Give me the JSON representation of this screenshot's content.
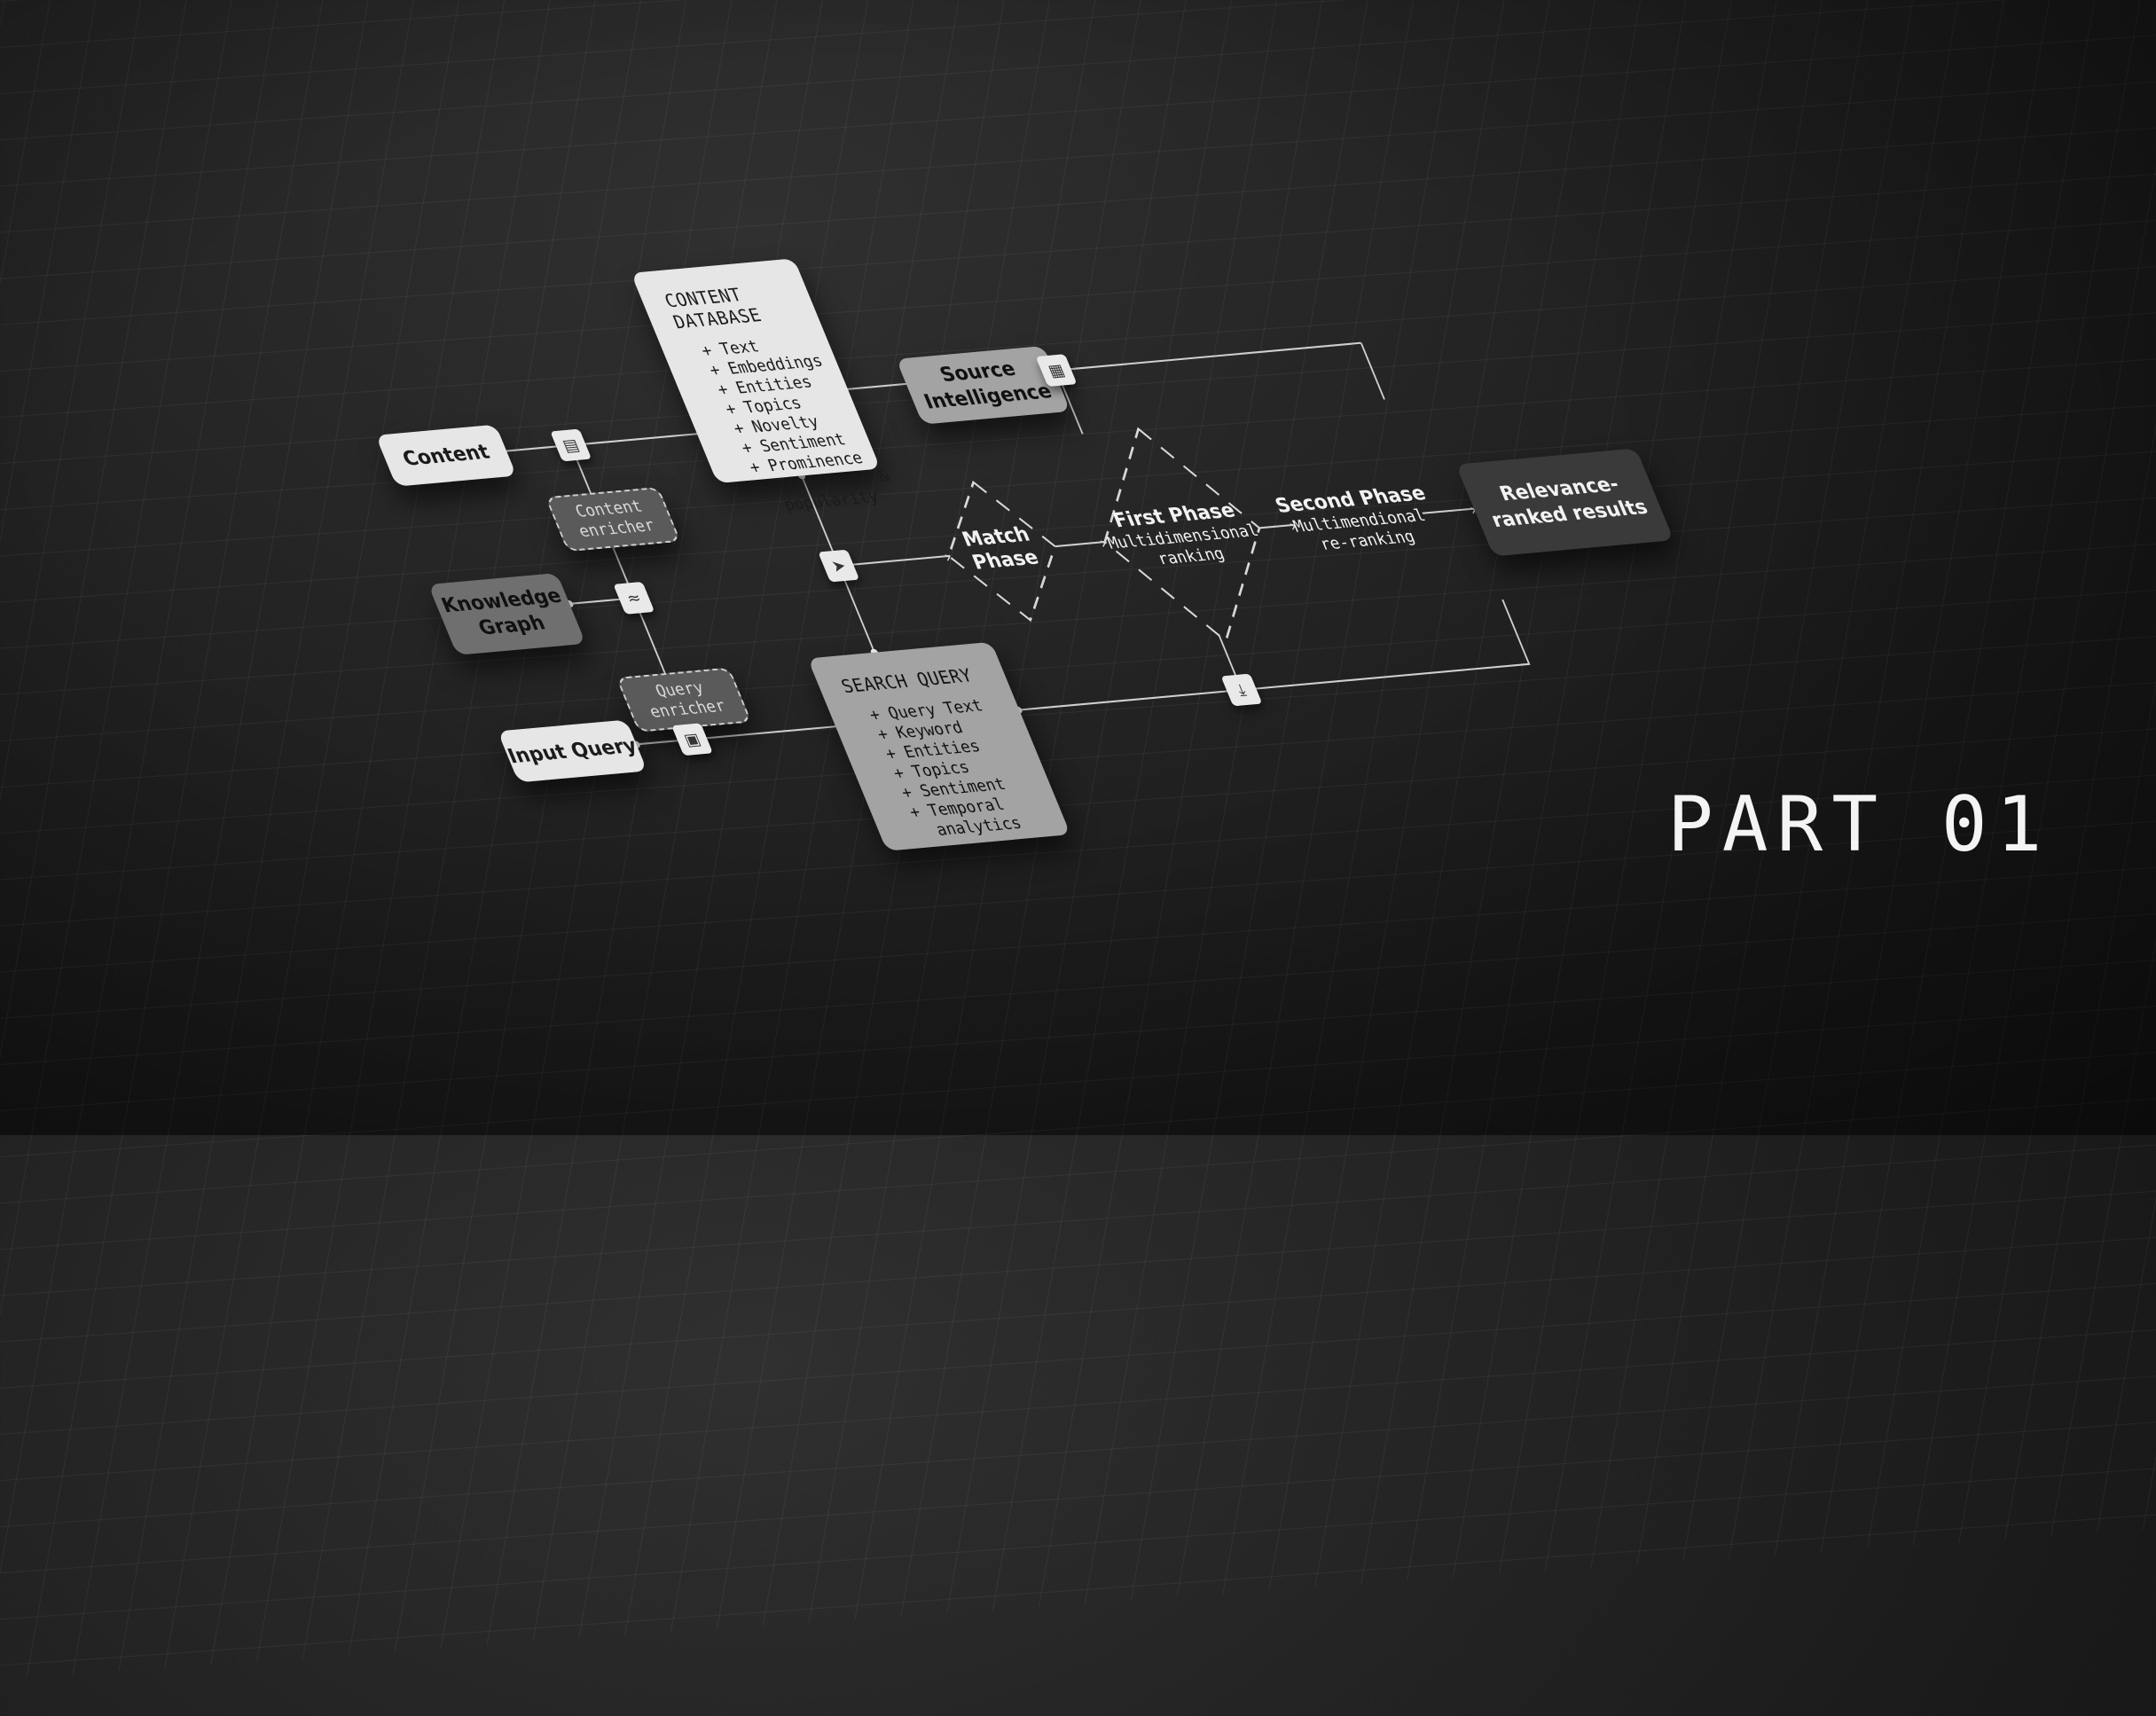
{
  "nodes": {
    "content": "Content",
    "knowledge_graph": "Knowledge\nGraph",
    "input_query": "Input Query",
    "content_enricher": "Content\nenricher",
    "query_enricher": "Query\nenricher",
    "source_intelligence": "Source\nIntelligence",
    "relevance_results": "Relevance-\nranked results"
  },
  "content_database": {
    "title": "CONTENT DATABASE",
    "items": [
      "+ Text",
      "+ Embeddings",
      "+ Entities",
      "+ Topics",
      "+ Novelty",
      "+ Sentiment",
      "+ Prominence",
      "+ Trendiness &",
      "  popularity"
    ]
  },
  "search_query": {
    "title": "SEARCH QUERY",
    "items": [
      "+ Query Text",
      "+ Keyword",
      "+ Entities",
      "+ Topics",
      "+ Sentiment",
      "+ Temporal",
      "  analytics"
    ]
  },
  "phases": {
    "match": {
      "title": "Match\nPhase"
    },
    "first": {
      "title": "First Phase",
      "subtitle": "Multidimensional\nranking"
    },
    "second": {
      "title": "Second Phase",
      "subtitle": "Multimendional\nre-ranking"
    }
  },
  "icons": {
    "content_link": "document-icon",
    "knowledge_link": "wave-icon",
    "input_link": "file-icon",
    "search_link": "send-icon",
    "source_link": "table-icon",
    "bottom_link": "download-icon"
  },
  "label": "PART 01"
}
